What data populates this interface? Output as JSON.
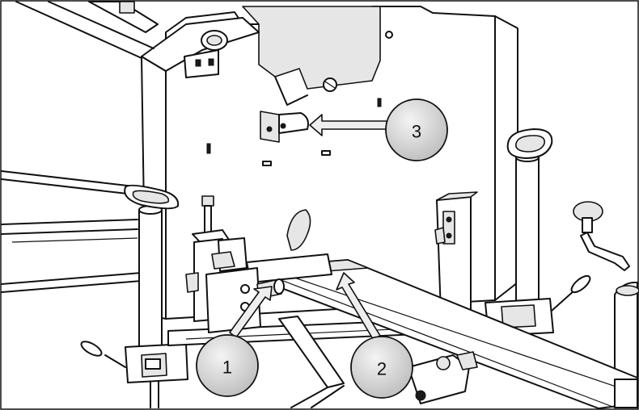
{
  "callouts": [
    {
      "label": "1"
    },
    {
      "label": "2"
    },
    {
      "label": "3"
    }
  ],
  "colors": {
    "line": "#111111",
    "background": "#ffffff",
    "callout_fill": "#d0d0d0",
    "arrow_fill": "#eeeeee"
  }
}
